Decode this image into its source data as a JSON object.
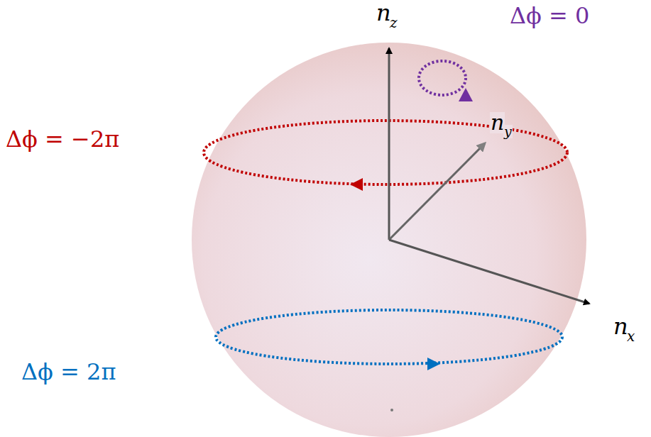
{
  "diagram": {
    "labels": [
      "n",
      "z",
      "Δϕ = 0",
      "Δϕ = −2π",
      "n",
      "y",
      "n",
      "x",
      "Δϕ = 2π"
    ]
  }
}
